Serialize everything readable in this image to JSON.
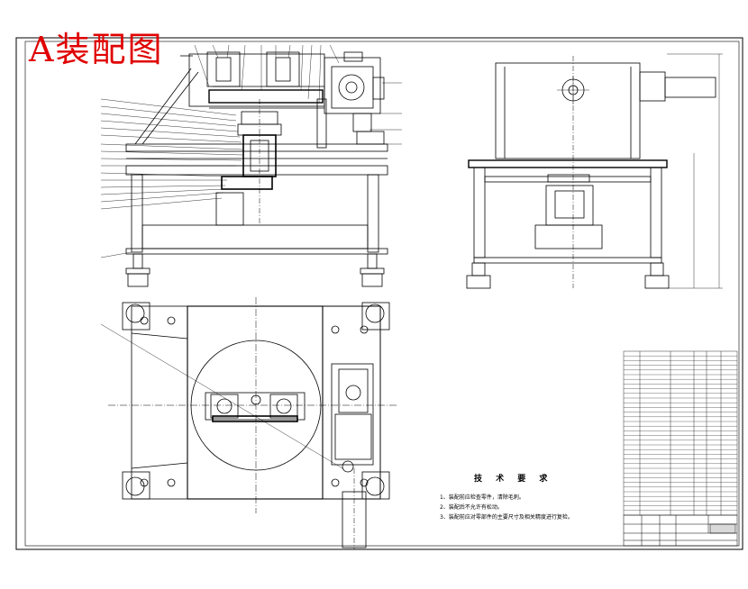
{
  "title": "A装配图",
  "tech_requirements": {
    "heading": "技 术 要 求",
    "items": [
      "1、装配前应检查零件，清除毛刺。",
      "2、装配后不允许有松动。",
      "3、装配前应对零部件的主要尺寸及相关精度进行复检。"
    ]
  },
  "colors": {
    "line": "#000000",
    "title": "#e00000",
    "background": "#ffffff"
  }
}
